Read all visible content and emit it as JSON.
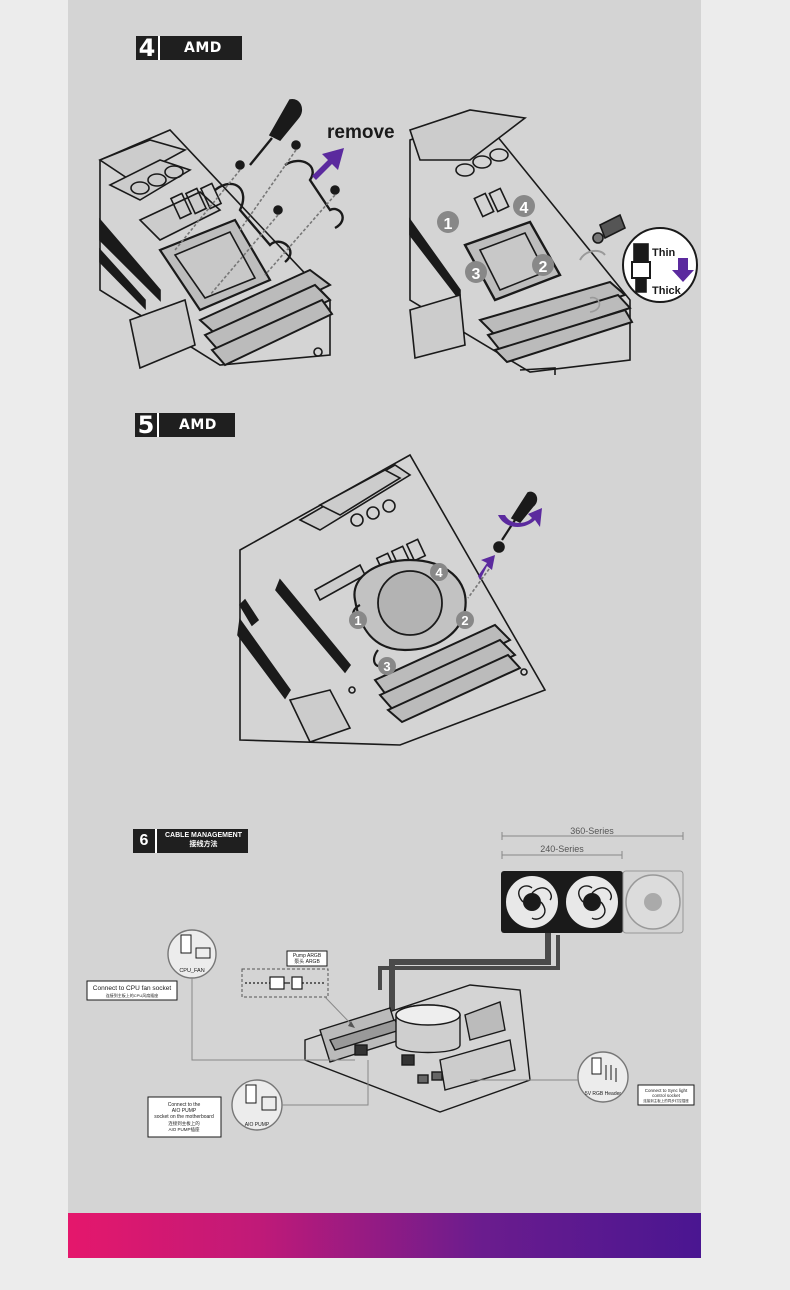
{
  "step4": {
    "number": "4",
    "label": "AMD",
    "remove": "remove",
    "thin": "Thin",
    "thick": "Thick",
    "markers": [
      "1",
      "2",
      "3",
      "4"
    ]
  },
  "step5": {
    "number": "5",
    "label": "AMD",
    "markers": [
      "1",
      "2",
      "3",
      "4"
    ]
  },
  "step6": {
    "number": "6",
    "title_en": "CABLE MANAGEMENT",
    "title_cn": "接线方法",
    "series_360": "360-Series",
    "series_240": "240-Series",
    "cpu_fan": "CPU_FAN",
    "pump_argb_1": "Pump ARGB",
    "pump_argb_2": "泵头 ARGB",
    "cpu_socket_note": "Connect to CPU fan socket",
    "cpu_socket_note_cn": "连接到主板上的CPU风扇插座",
    "aio_note_1": "Connect to the",
    "aio_note_2": "AIO PUMP",
    "aio_note_3": "socket on the motherboard",
    "aio_note_4": "连接到主板上的",
    "aio_note_5": "AIO PUMP插座",
    "aio_pump": "AIO PUMP",
    "rgb_header": "5V RGB Header",
    "sync_note_1": "Connect to Sync light",
    "sync_note_2": "control socket",
    "sync_note_3": "连接到主板上的同步灯控插座"
  },
  "colors": {
    "accent_purple": "#5b2a9e",
    "gradient_start": "#e5176c",
    "gradient_end": "#4a1691",
    "panel": "#d4d4d4"
  }
}
